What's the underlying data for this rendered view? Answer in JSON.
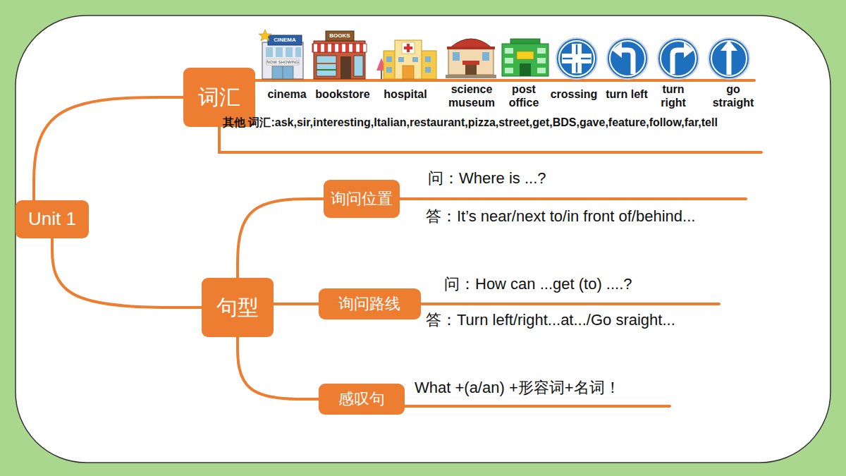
{
  "diagram": {
    "nodes": [
      {
        "text": [
          "Unit 1"
        ]
      },
      {
        "text": [
          "词汇"
        ]
      },
      {
        "text": [
          "句型"
        ]
      },
      {
        "text": [
          "询问位置"
        ]
      },
      {
        "text": [
          "询问路线"
        ]
      },
      {
        "text": [
          "感叹句"
        ]
      }
    ],
    "edges": [
      {
        "from": 0,
        "to": 1,
        "arrow": "none"
      },
      {
        "from": 0,
        "to": 2,
        "arrow": "none"
      },
      {
        "from": 2,
        "to": 3,
        "arrow": "none"
      },
      {
        "from": 2,
        "to": 4,
        "arrow": "none"
      },
      {
        "from": 2,
        "to": 5,
        "arrow": "none"
      }
    ],
    "labels": [
      "CINEMA",
      "NOW SHOWING",
      "BOOKS",
      "cinema",
      "bookstore",
      "hospital",
      "science museum",
      "post office",
      "crossing",
      "turn left",
      "turn right",
      "go straight",
      "其他 词汇:ask,sir,interesting,Italian,restaurant,pizza,street,get,BDS,gave,feature,follow,far,tell",
      "问：Where is ...?",
      "答：It’s near/next to/in front of/behind...",
      "问：How can ...get (to) ....?",
      "答：Turn left/right...at.../Go sraight...",
      "What +(a/an) +形容词+名词！"
    ]
  }
}
